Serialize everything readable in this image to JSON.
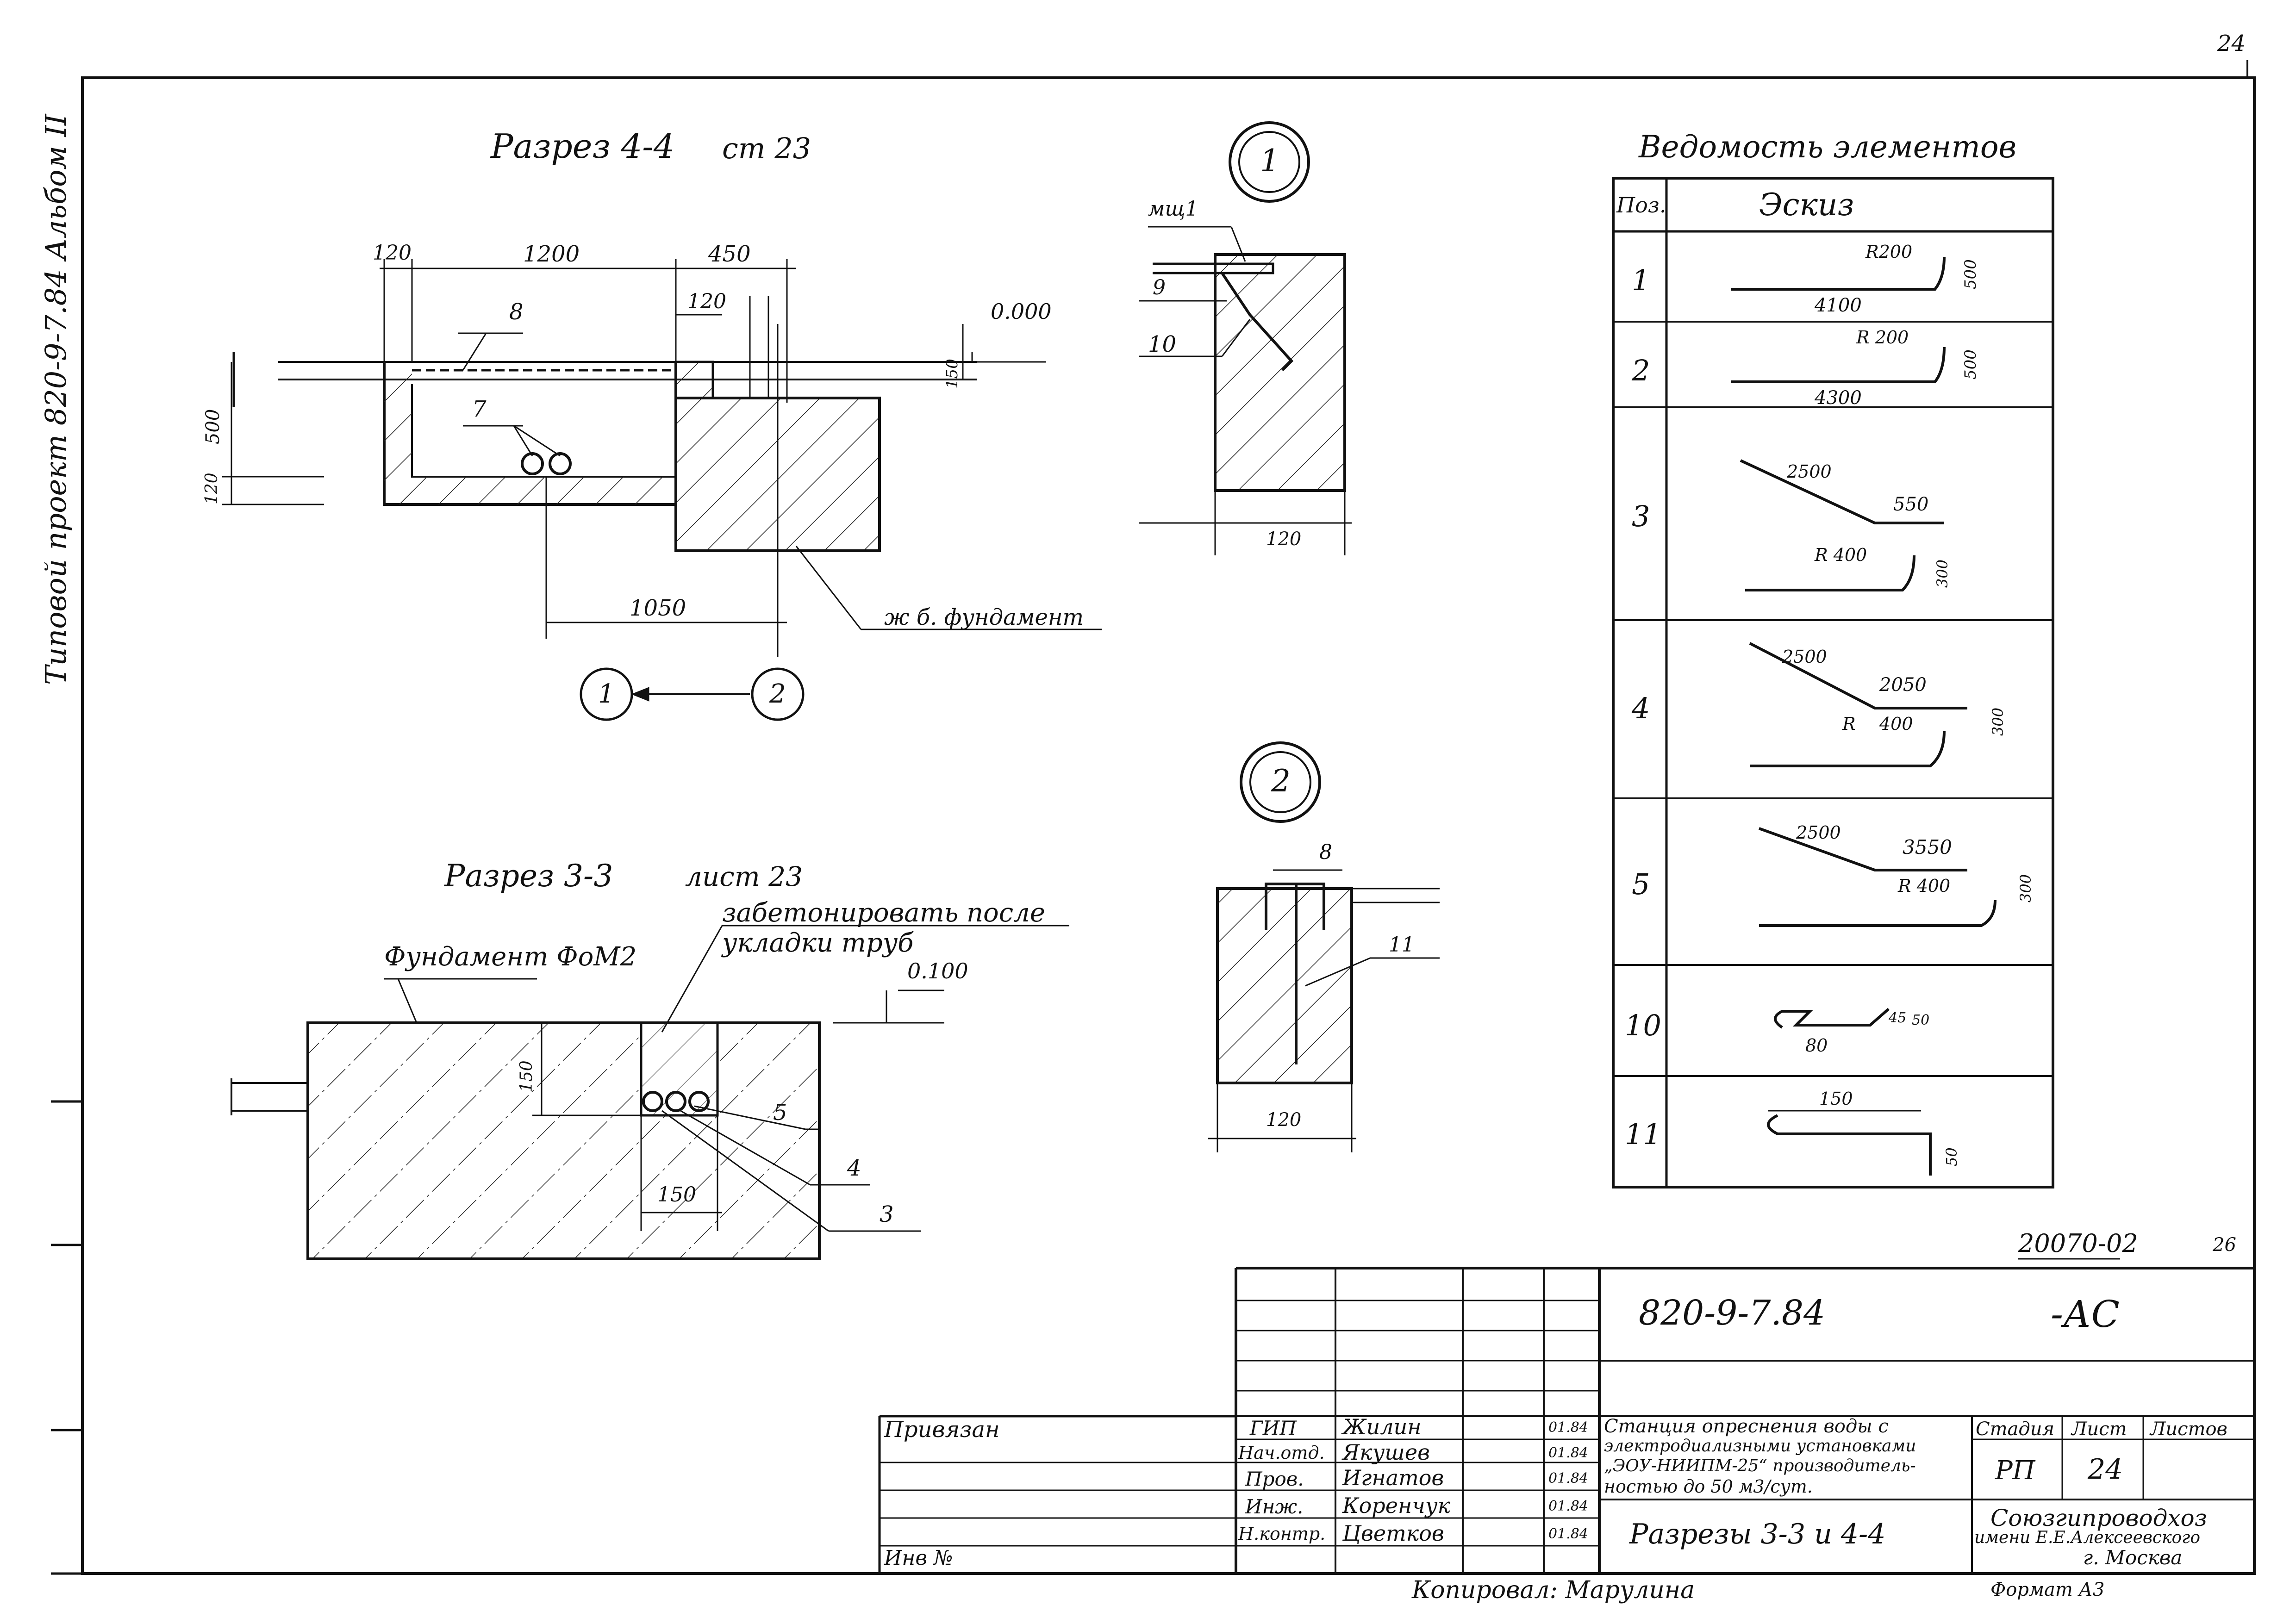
{
  "corner_mark": "24",
  "side_title": "Типовой проект 820-9-7.84 Альбом II",
  "section_4_4": {
    "title": "Разрез 4-4",
    "sheet_ref": "ст 23",
    "dims": {
      "d120a": "120",
      "d1200": "1200",
      "d450": "450",
      "d120b": "120",
      "d500": "500",
      "d120c": "120",
      "d150": "150",
      "d1050": "1050"
    },
    "level": "0.000",
    "pos_8": "8",
    "pos_7": "7",
    "foundation_label": "ж б. фундамент",
    "node_1": "1",
    "node_2": "2"
  },
  "section_3_3": {
    "title": "Разрез 3-3",
    "sheet_ref": "лист 23",
    "note_line1": "забетонировать после",
    "note_line2": "укладки труб",
    "foundation": "Фундамент ФоМ2",
    "level": "0.100",
    "dims": {
      "d150v": "150",
      "d150h": "150"
    },
    "pos_5": "5",
    "pos_4": "4",
    "pos_3": "3"
  },
  "node_detail_1": {
    "number": "1",
    "mark": "мщ1",
    "pos_9": "9",
    "pos_10": "10",
    "width": "120"
  },
  "node_detail_2": {
    "number": "2",
    "pos_8": "8",
    "pos_11": "11",
    "width": "120"
  },
  "schedule": {
    "title": "Ведомость элементов",
    "headers": {
      "pos": "Поз.",
      "sketch": "Эскиз"
    },
    "rows": [
      {
        "pos": "1",
        "dims": [
          "R200",
          "500",
          "4100"
        ]
      },
      {
        "pos": "2",
        "dims": [
          "R 200",
          "500",
          "4300"
        ]
      },
      {
        "pos": "3",
        "dims": [
          "2500",
          "550",
          "R 400",
          "300"
        ]
      },
      {
        "pos": "4",
        "dims": [
          "2500",
          "2050",
          "R",
          "400",
          "300"
        ]
      },
      {
        "pos": "5",
        "dims": [
          "2500",
          "3550",
          "R 400",
          "300"
        ]
      },
      {
        "pos": "10",
        "dims": [
          "80",
          "45",
          "50"
        ]
      },
      {
        "pos": "11",
        "dims": [
          "150",
          "50"
        ]
      }
    ]
  },
  "title_block": {
    "doc_number": "20070-02",
    "doc_suffix": "26",
    "project_code": "820-9-7.84",
    "mark": "-АС",
    "privyazan": "Привязан",
    "inv": "Инв №",
    "roles": [
      {
        "role": "ГИП",
        "name": "Жилин",
        "date": "01.84"
      },
      {
        "role": "Нач.отд.",
        "name": "Якушев",
        "date": "01.84"
      },
      {
        "role": "Пров.",
        "name": "Игнатов",
        "date": "01.84"
      },
      {
        "role": "Инж.",
        "name": "Коренчук",
        "date": "01.84"
      },
      {
        "role": "Н.контр.",
        "name": "Цветков",
        "date": "01.84"
      }
    ],
    "object_lines": [
      "Станция опреснения воды с",
      "электродиализными установками",
      "„ЭОУ-НИИПМ-25“ производитель-",
      "ностью  до 50 м3/сут."
    ],
    "drawing_title": "Разрезы 3-3 и 4-4",
    "stage_label": "Стадия",
    "sheet_label": "Лист",
    "sheets_label": "Листов",
    "stage": "РП",
    "sheet": "24",
    "org_line1": "Союзгипроводхоз",
    "org_line2": "имени Е.Е.Алексеевского",
    "org_line3": "г. Москва",
    "copied": "Копировал: Марулина",
    "format": "Формат А3"
  }
}
